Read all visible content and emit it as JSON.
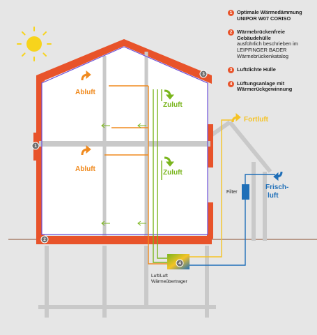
{
  "colors": {
    "background": "#e6e6e6",
    "frame": "#c9c9c9",
    "insulation": "#e8532a",
    "insulation_edge": "#c8371c",
    "airtight_envelope": "#6b4fd8",
    "interior": "#ffffff",
    "exhaust_air": "#f08a1e",
    "supply_air": "#7ab51d",
    "fresh_air": "#1f6fb8",
    "outgoing_air": "#f5c326",
    "sun": "#f7d41c",
    "ground_line": "#8a4f2e"
  },
  "legend": [
    {
      "number": "1",
      "title": "Optimale Wärmedämmung UNIPOR W07 CORISO",
      "description": ""
    },
    {
      "number": "2",
      "title": "Wärmebrückenfreie Gebäudehülle",
      "description": "ausführlich beschrieben im LEIPFINGER BADER Wärmebrückenkatalog"
    },
    {
      "number": "3",
      "title": "Luftdichte Hülle",
      "description": ""
    },
    {
      "number": "4",
      "title": "Lüftungsanlage mit Wärmerückgewinnung",
      "description": ""
    }
  ],
  "labels": {
    "abluft_upper": "Abluft",
    "zuluft_upper": "Zuluft",
    "abluft_lower": "Abluft",
    "zuluft_lower": "Zuluft",
    "fortluft": "Fortluft",
    "frischluft_line1": "Frisch-",
    "frischluft_line2": "luft",
    "filter": "Filter",
    "exchanger_line1": "Luft/Luft",
    "exchanger_line2": "Wärmeübertrager"
  },
  "markers": {
    "m1": "1",
    "m2": "2",
    "m3": "3",
    "m4": "4"
  }
}
